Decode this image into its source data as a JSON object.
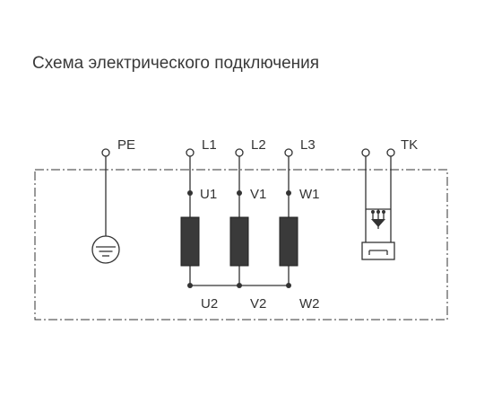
{
  "title": "Схема электрического подключения",
  "terminals": {
    "pe": "PE",
    "l1": "L1",
    "l2": "L2",
    "l3": "L3",
    "tk": "TK"
  },
  "windings": {
    "u1": "U1",
    "v1": "V1",
    "w1": "W1",
    "u2": "U2",
    "v2": "V2",
    "w2": "W2"
  }
}
